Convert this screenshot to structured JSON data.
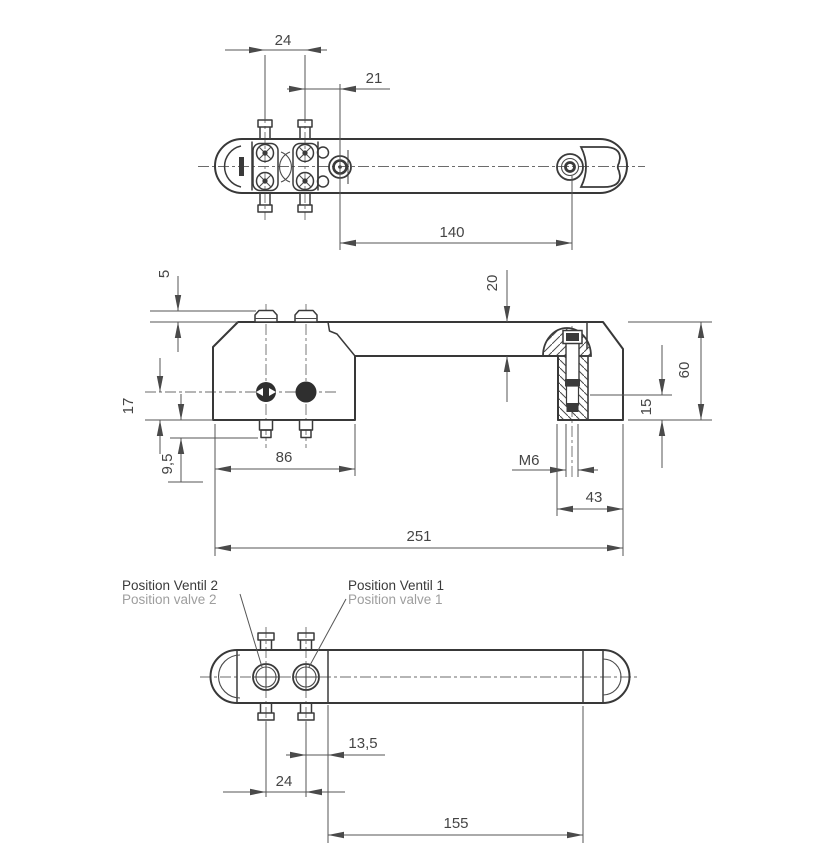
{
  "drawing": {
    "colors": {
      "background": "#ffffff",
      "line": "#3a3a3a",
      "dimension": "#4f4f4f",
      "secondary_text": "#9e9e9e"
    },
    "top_view": {
      "dim_bolt_spacing": "24",
      "dim_hole_offset": "21",
      "dim_hole_distance": "140"
    },
    "front_view": {
      "dim_head_height": "5",
      "dim_arm_thickness": "20",
      "dim_total_height": "60",
      "dim_block_drop": "17",
      "dim_end_depth": "15",
      "dim_bolt_protrusion": "9,5",
      "dim_block_width": "86",
      "thread_callout": "M6",
      "dim_end_width": "43",
      "dim_total_length": "251"
    },
    "bottom_view": {
      "dim_edge_offset": "13,5",
      "dim_valve_spacing": "24",
      "dim_arm_length": "155",
      "label_valve2_de": "Position Ventil 2",
      "label_valve2_en": "Position valve 2",
      "label_valve1_de": "Position Ventil 1",
      "label_valve1_en": "Position valve 1"
    }
  }
}
